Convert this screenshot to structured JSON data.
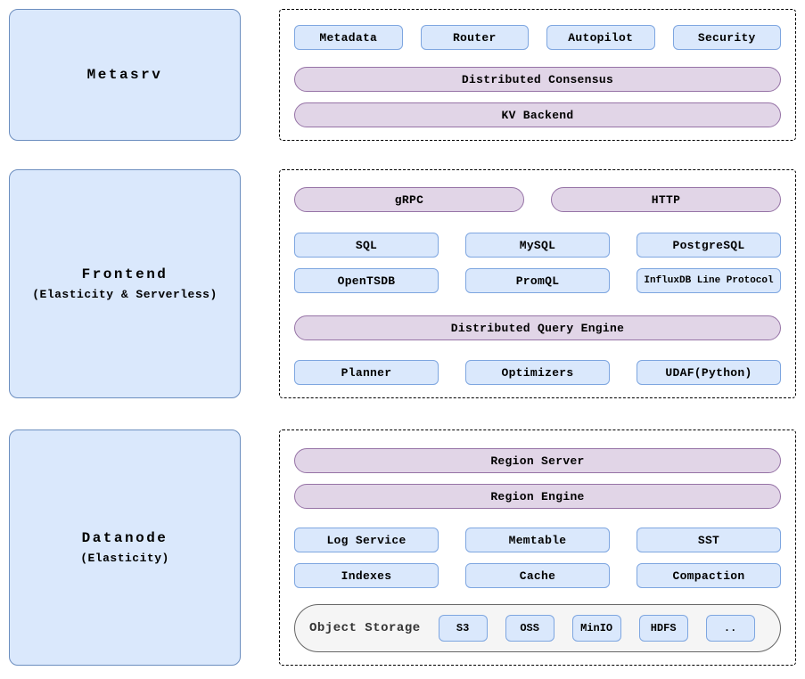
{
  "colors": {
    "blue_fill": "#dae8fc",
    "blue_stroke": "#7ea6e0",
    "panel_stroke": "#6c8ebf",
    "purple_fill": "#e1d5e7",
    "purple_stroke": "#9673a6",
    "storage_fill": "#f5f5f5",
    "storage_stroke": "#666666",
    "dashed_stroke": "#000000",
    "text": "#000000"
  },
  "metasrv": {
    "label": "Metasrv",
    "components": [
      "Metadata",
      "Router",
      "Autopilot",
      "Security"
    ],
    "layers": [
      "Distributed Consensus",
      "KV Backend"
    ]
  },
  "frontend": {
    "label": "Frontend",
    "sublabel": "(Elasticity & Serverless)",
    "protocols": [
      "gRPC",
      "HTTP"
    ],
    "query_languages_row1": [
      "SQL",
      "MySQL",
      "PostgreSQL"
    ],
    "query_languages_row2": [
      "OpenTSDB",
      "PromQL",
      "InfluxDB Line Protocol"
    ],
    "engine_layer": "Distributed Query Engine",
    "engine_components": [
      "Planner",
      "Optimizers",
      "UDAF(Python)"
    ]
  },
  "datanode": {
    "label": "Datanode",
    "sublabel": "(Elasticity)",
    "layers": [
      "Region Server",
      "Region Engine"
    ],
    "components_row1": [
      "Log Service",
      "Memtable",
      "SST"
    ],
    "components_row2": [
      "Indexes",
      "Cache",
      "Compaction"
    ],
    "object_storage": {
      "label": "Object Storage",
      "backends": [
        "S3",
        "OSS",
        "MinIO",
        "HDFS",
        ".."
      ]
    }
  }
}
